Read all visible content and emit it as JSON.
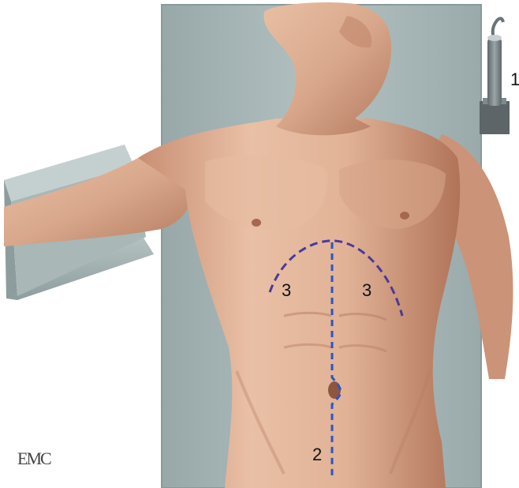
{
  "figure": {
    "description_labels": {
      "label_1": "1",
      "label_2": "2",
      "label_3_left": "3",
      "label_3_right": "3"
    },
    "logo_text": "EMC",
    "colors": {
      "background": "#ffffff",
      "table": "#a9b8b8",
      "table_edge": "#8a9a9a",
      "arm_board": "#a3b2b2",
      "skin_light": "#e3b59a",
      "skin_mid": "#cf9a7e",
      "skin_dark": "#a06a52",
      "midline_incision": "#2b55c6",
      "subcostal_incision": "#4a3a9a",
      "post": "#7f8a8e",
      "post_base": "#5d6568"
    }
  }
}
